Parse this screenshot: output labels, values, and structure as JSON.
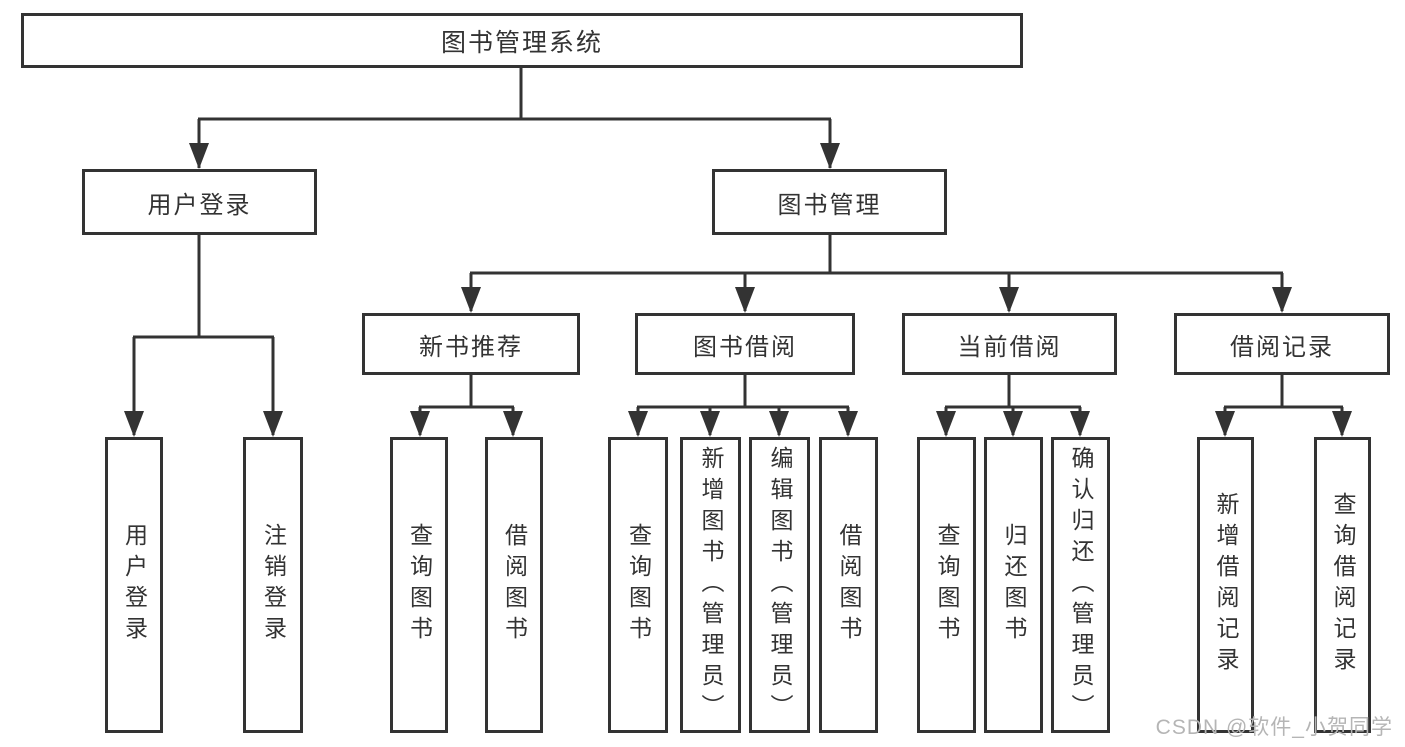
{
  "diagram": {
    "root": {
      "label": "图书管理系统"
    },
    "branches": [
      {
        "label": "用户登录",
        "children": [
          {
            "label": "用户登录"
          },
          {
            "label": "注销登录"
          }
        ]
      },
      {
        "label": "图书管理",
        "sections": [
          {
            "label": "新书推荐",
            "children": [
              {
                "label": "查询图书"
              },
              {
                "label": "借阅图书"
              }
            ]
          },
          {
            "label": "图书借阅",
            "children": [
              {
                "label": "查询图书"
              },
              {
                "label": "新增图书（管理员）"
              },
              {
                "label": "编辑图书（管理员）"
              },
              {
                "label": "借阅图书"
              }
            ]
          },
          {
            "label": "当前借阅",
            "children": [
              {
                "label": "查询图书"
              },
              {
                "label": "归还图书"
              },
              {
                "label": "确认归还（管理员）"
              }
            ]
          },
          {
            "label": "借阅记录",
            "children": [
              {
                "label": "新增借阅记录"
              },
              {
                "label": "查询借阅记录"
              }
            ]
          }
        ]
      }
    ]
  },
  "watermark": "CSDN @软件_小贺同学",
  "colors": {
    "line": "#333333",
    "text": "#333333",
    "box_background": "#ffffff",
    "page_background": "#ffffff",
    "watermark": "#b5b5b5"
  }
}
